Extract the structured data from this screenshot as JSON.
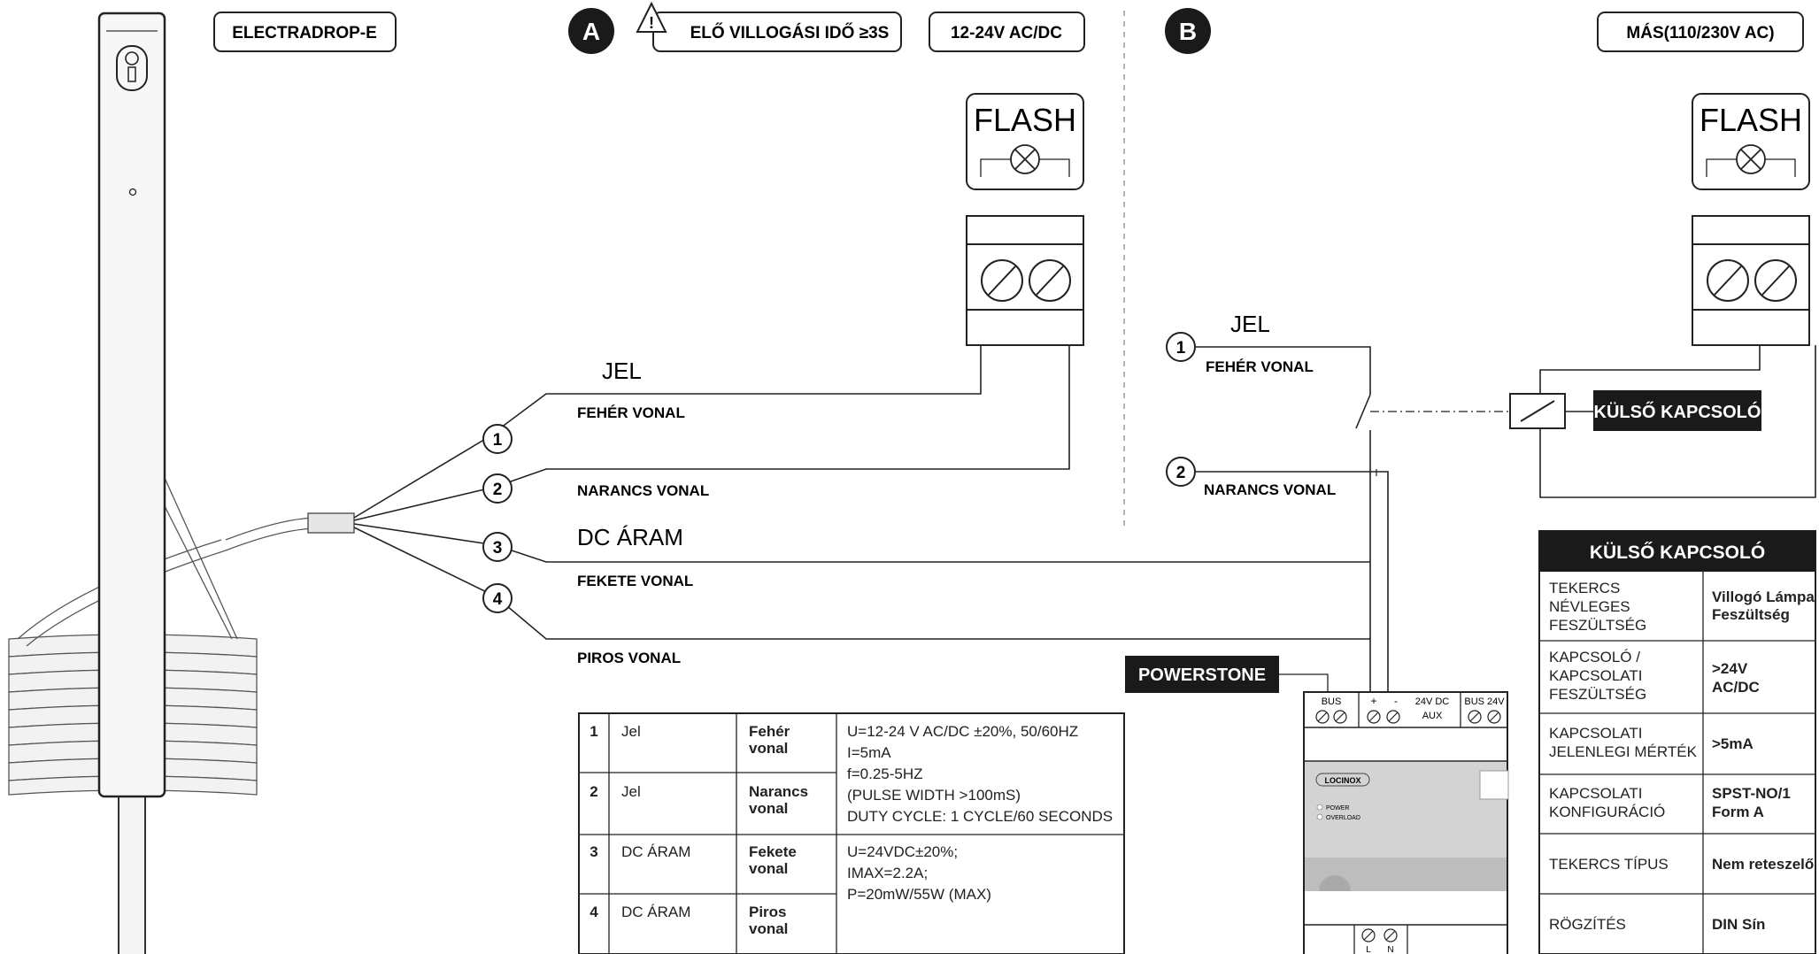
{
  "header": {
    "product_label": "ELECTRADROP-E",
    "section_a_marker": "A",
    "warning_text": "ELŐ VILLOGÁSI IDŐ ≥3S",
    "voltage_a": "12-24V AC/DC",
    "section_b_marker": "B",
    "voltage_b_bold": "MÁS",
    "voltage_b_rest": "(110/230V AC)"
  },
  "flash_label": "FLASH",
  "section_a": {
    "signal_label": "JEL",
    "dc_label": "DC ÁRAM",
    "wires": [
      {
        "num": "1",
        "name": "FEHÉR VONAL"
      },
      {
        "num": "2",
        "name": "NARANCS VONAL"
      },
      {
        "num": "3",
        "name": "FEKETE VONAL"
      },
      {
        "num": "4",
        "name": "PIROS VONAL"
      }
    ]
  },
  "section_b": {
    "signal_label": "JEL",
    "wires": [
      {
        "num": "1",
        "name": "FEHÉR VONAL"
      },
      {
        "num": "2",
        "name": "NARANCS VONAL"
      }
    ],
    "switch_label": "KÜLSŐ KAPCSOLÓ"
  },
  "powerstone": {
    "label": "POWERSTONE",
    "bus": "BUS",
    "plus": "+",
    "minus": "-",
    "aux_line1": "24V DC",
    "aux_line2": "AUX",
    "bus24": "BUS 24V",
    "brand": "LOCINOX",
    "power": "POWER",
    "overload": "OVERLOAD",
    "l": "L",
    "n": "N"
  },
  "wire_table": {
    "rows": [
      {
        "num": "1",
        "type": "Jel",
        "line1": "Fehér",
        "line2": "vonal"
      },
      {
        "num": "2",
        "type": "Jel",
        "line1": "Narancs",
        "line2": "vonal"
      },
      {
        "num": "3",
        "type": "DC ÁRAM",
        "line1": "Fekete",
        "line2": "vonal"
      },
      {
        "num": "4",
        "type": "DC ÁRAM",
        "line1": "Piros",
        "line2": "vonal"
      }
    ],
    "spec_signal": [
      "U=12-24 V AC/DC ±20%, 50/60HZ",
      "I=5mA",
      "f=0.25-5HZ",
      "(PULSE WIDTH >100mS)",
      "DUTY CYCLE: 1 CYCLE/60 SECONDS"
    ],
    "spec_dc": [
      "U=24VDC±20%;",
      "IMAX=2.2A;",
      "P=20mW/55W (MAX)"
    ]
  },
  "switch_table": {
    "title": "KÜLSŐ KAPCSOLÓ",
    "rows": [
      {
        "left": [
          "TEKERCS",
          "NÉVLEGES",
          "FESZÜLTSÉG"
        ],
        "right": [
          "Villogó Lámpa",
          "Feszültség"
        ]
      },
      {
        "left": [
          "KAPCSOLÓ /",
          "KAPCSOLATI",
          "FESZÜLTSÉG"
        ],
        "right": [
          ">24V",
          "AC/DC"
        ]
      },
      {
        "left": [
          "KAPCSOLATI",
          "JELENLEGI MÉRTÉK"
        ],
        "right": [
          ">5mA"
        ]
      },
      {
        "left": [
          "KAPCSOLATI",
          "KONFIGURÁCIÓ"
        ],
        "right": [
          "SPST-NO/1",
          "Form A"
        ]
      },
      {
        "left": [
          "TEKERCS TÍPUS"
        ],
        "right": [
          "Nem reteszelő"
        ]
      },
      {
        "left": [
          "RÖGZÍTÉS"
        ],
        "right": [
          "DIN Sín"
        ]
      }
    ]
  }
}
